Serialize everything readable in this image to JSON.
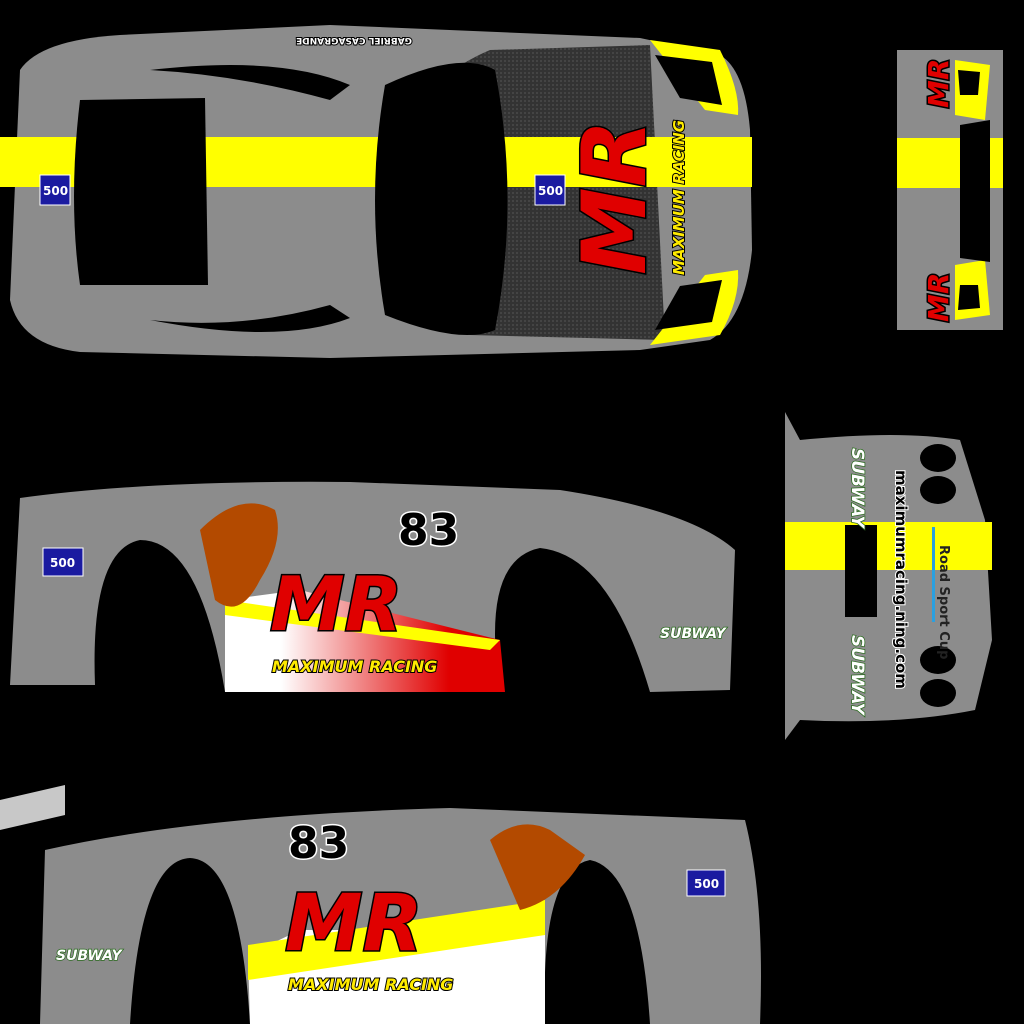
{
  "driver_name": "GABRIEL CASAGRANDE",
  "team": {
    "logo": "MR",
    "name": "MAXIMUM RACING"
  },
  "car_number": "83",
  "sponsors": {
    "subway": "SUBWAY",
    "five_hundred": "500",
    "website": "maximumracing.ning.com",
    "cup": "Road Sport Cup"
  },
  "colors": {
    "body": "#8c8c8c",
    "stripe": "#ffff00",
    "logo_red": "#e00000",
    "background": "#000000"
  }
}
